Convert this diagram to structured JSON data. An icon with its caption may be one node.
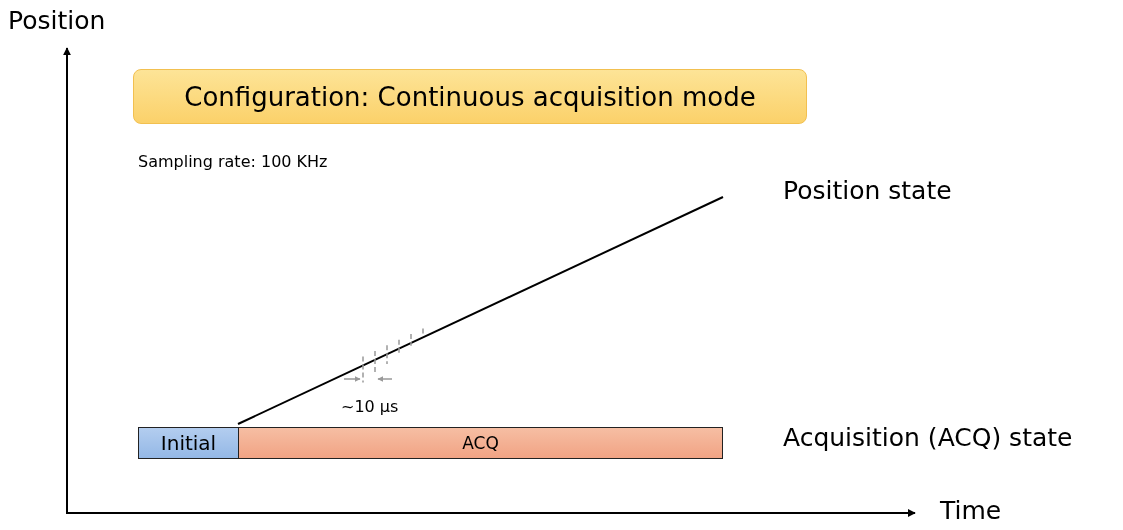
{
  "diagram": {
    "nodes": [
      {
        "text": [
          "Configuration: Continuous acquisition mode"
        ]
      },
      {
        "text": [
          "Initial"
        ]
      },
      {
        "text": [
          "ACQ"
        ]
      }
    ],
    "edges": [],
    "labels": [
      "Position",
      "Sampling rate: 100 KHz",
      "Position state",
      "~10 µs",
      "Acquisition (ACQ) state",
      "Time"
    ]
  }
}
